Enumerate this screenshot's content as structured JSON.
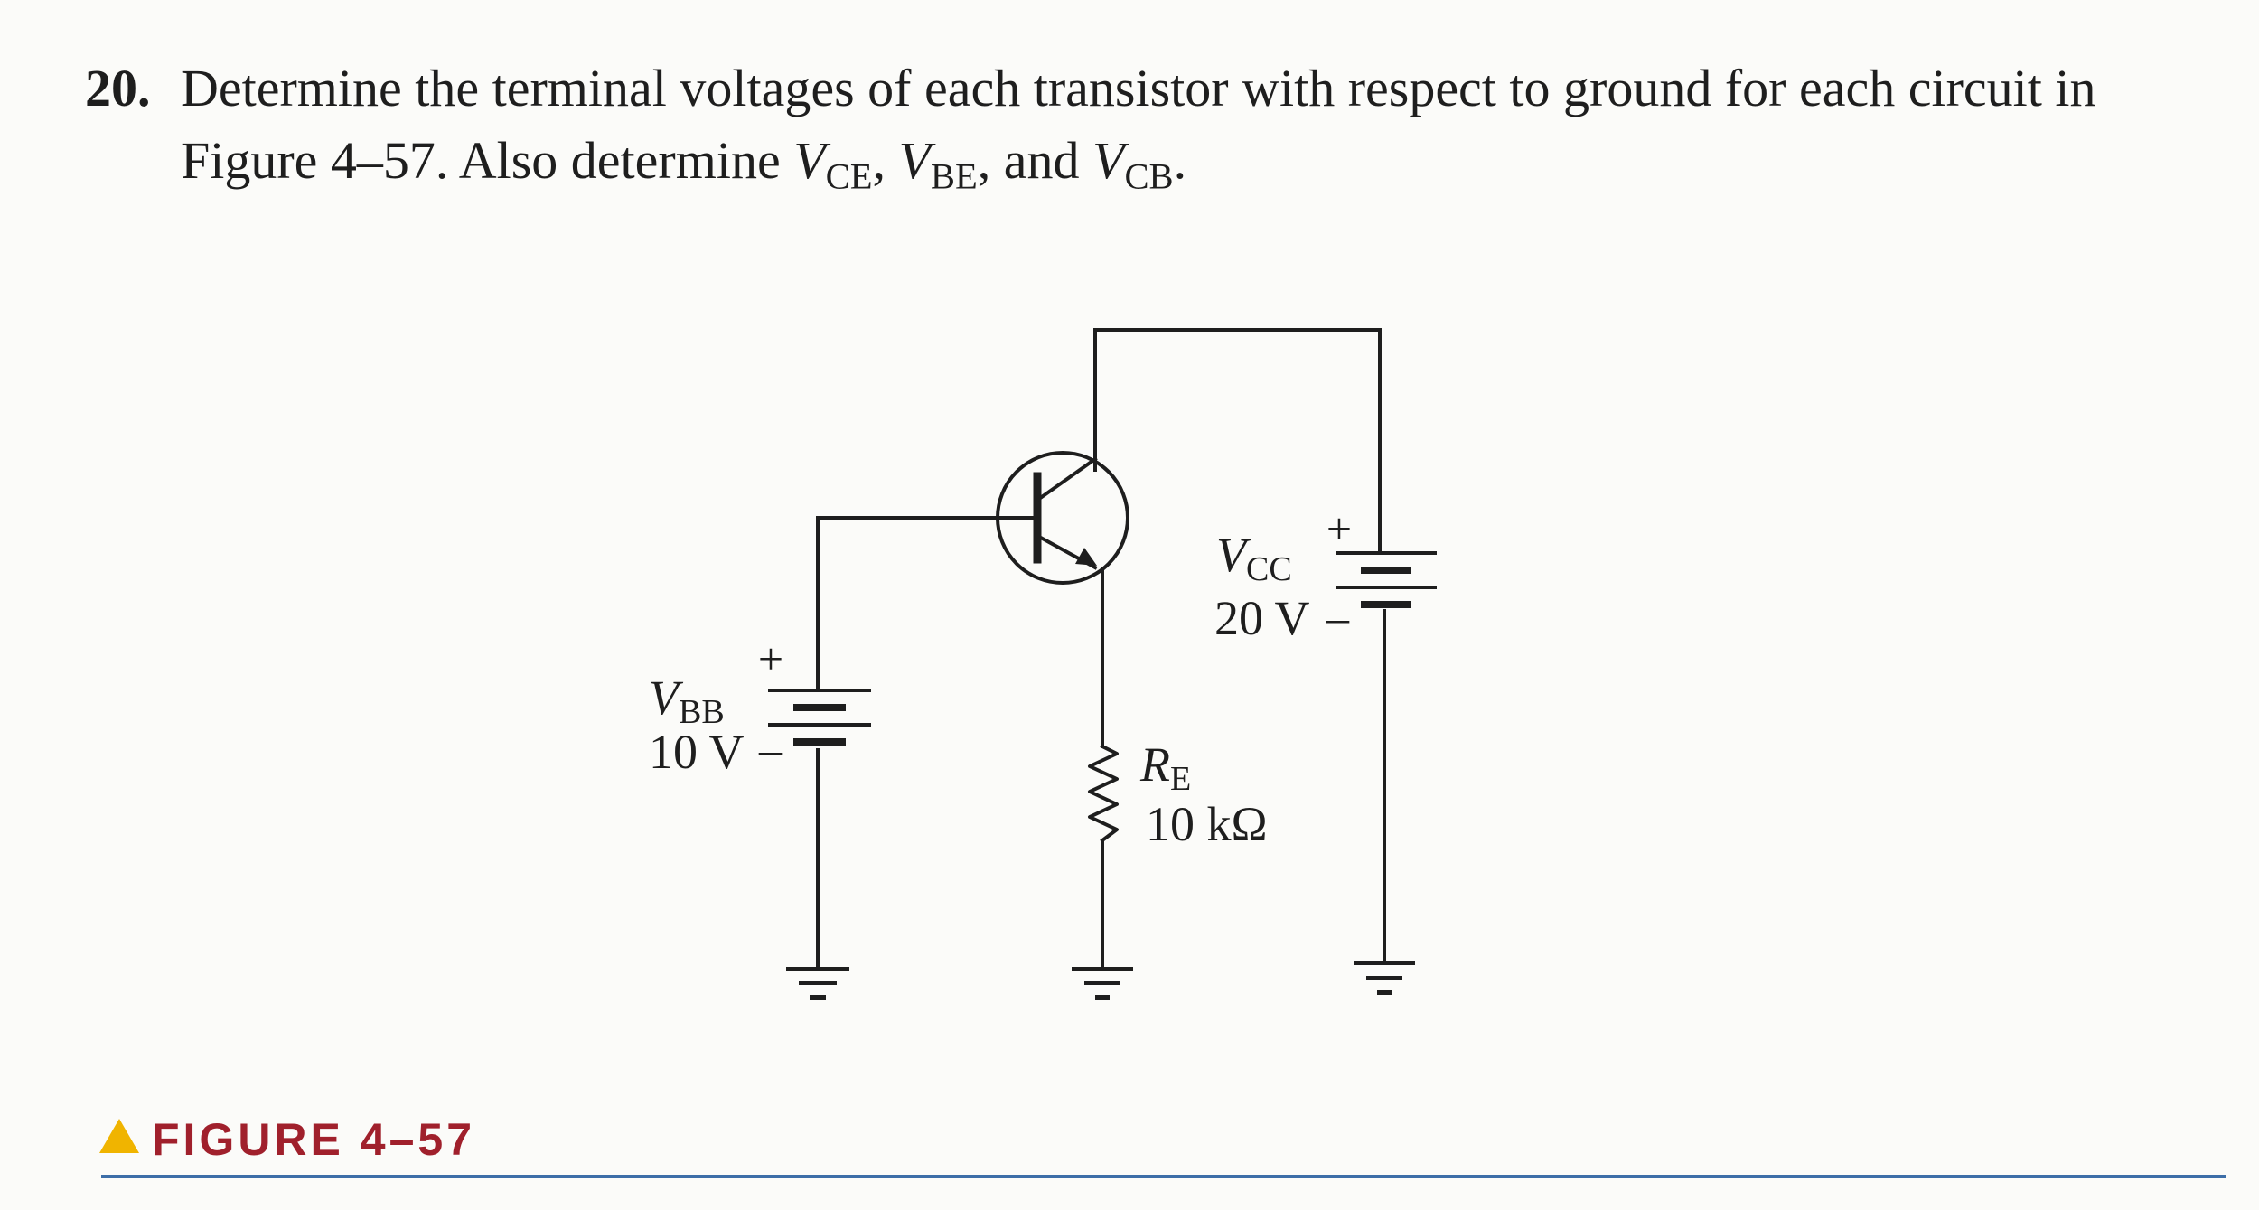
{
  "problem": {
    "number": "20.",
    "line1": "Determine the terminal voltages of each transistor with respect to ground for each circuit in",
    "line2_start": "Figure 4–57. Also determine ",
    "v_ce": {
      "var": "V",
      "sub": "CE"
    },
    "sep1": ", ",
    "v_be": {
      "var": "V",
      "sub": "BE"
    },
    "sep2": ", and ",
    "v_cb": {
      "var": "V",
      "sub": "CB"
    },
    "end": "."
  },
  "circuit": {
    "vbb": {
      "var": "V",
      "sub": "BB",
      "value": "10 V",
      "plus": "+",
      "minus": "–"
    },
    "vcc": {
      "var": "V",
      "sub": "CC",
      "value": "20 V",
      "plus": "+",
      "minus": "–"
    },
    "re": {
      "var": "R",
      "sub": "E",
      "value": "10 kΩ"
    }
  },
  "figure": {
    "caption": "FIGURE 4–57",
    "marker_color": "#f0b400",
    "caption_color": "#a0202c",
    "rule_color": "#3d6ea8"
  }
}
